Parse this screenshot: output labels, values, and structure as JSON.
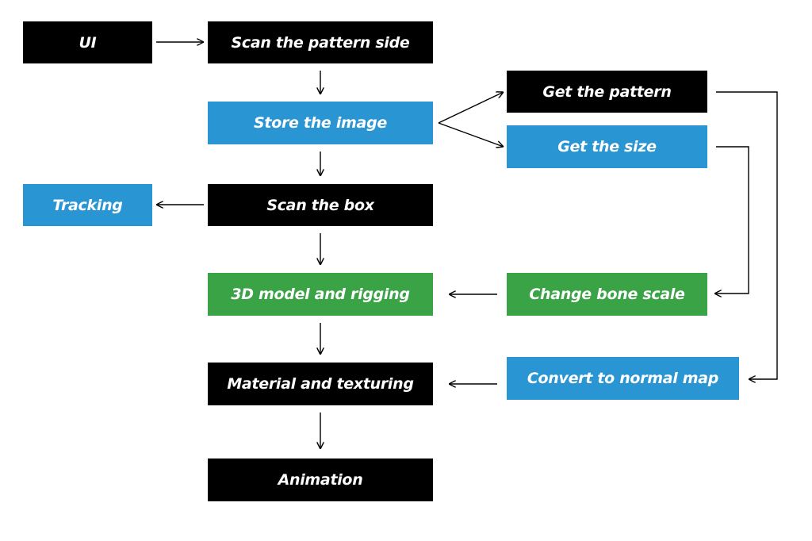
{
  "nodes": {
    "ui": "UI",
    "scan_pattern_side": "Scan the pattern side",
    "store_image": "Store the image",
    "get_pattern": "Get the pattern",
    "get_size": "Get the size",
    "tracking": "Tracking",
    "scan_box": "Scan the box",
    "model_rigging": "3D model and rigging",
    "change_bone_scale": "Change bone scale",
    "material_texturing": "Material and texturing",
    "convert_normal_map": "Convert to normal map",
    "animation": "Animation"
  },
  "colors": {
    "black": "#000000",
    "blue": "#2a95d3",
    "green": "#3aa346",
    "text": "#ffffff",
    "arrow": "#000000"
  }
}
